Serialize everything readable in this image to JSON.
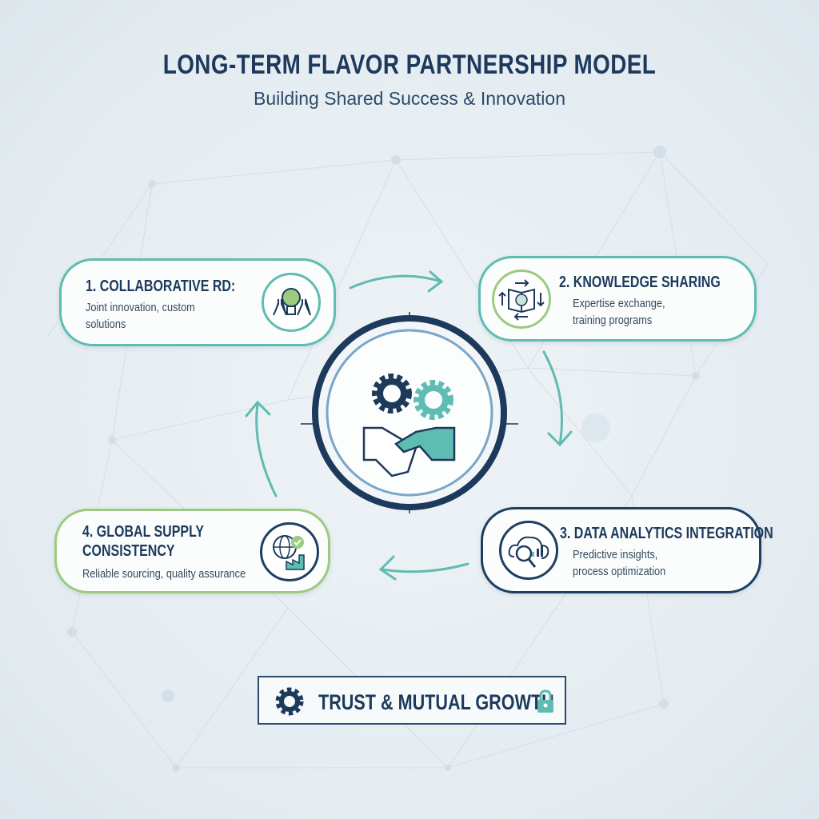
{
  "header": {
    "title": "LONG-TERM FLAVOR PARTNERSHIP MODEL",
    "subtitle": "Building Shared Success & Innovation"
  },
  "steps": [
    {
      "title": "1. COLLABORATIVE RD:",
      "description": "Joint innovation, custom solutions",
      "icon": "lightbulb-flasks-icon"
    },
    {
      "title": "2. KNOWLEDGE SHARING",
      "description": "Expertise exchange, training programs",
      "icon": "book-brain-icon"
    },
    {
      "title": "3. DATA ANALYTICS INTEGRATION",
      "description": "Predictive insights, process optimization",
      "icon": "cloud-analytics-icon"
    },
    {
      "title": "4. GLOBAL SUPPLY CONSISTENCY",
      "description": "Reliable sourcing, quality assurance",
      "icon": "globe-factory-icon"
    }
  ],
  "center": {
    "icon": "gears-handshake-icon"
  },
  "footer": {
    "label": "TRUST & MUTUAL GROWTH",
    "left_icon": "gear-icon",
    "right_icon": "lock-icon"
  },
  "colors": {
    "navy": "#1d3a5c",
    "teal": "#5fbcb3",
    "green": "#9acb7e",
    "light_blue": "#7aa6c8"
  }
}
